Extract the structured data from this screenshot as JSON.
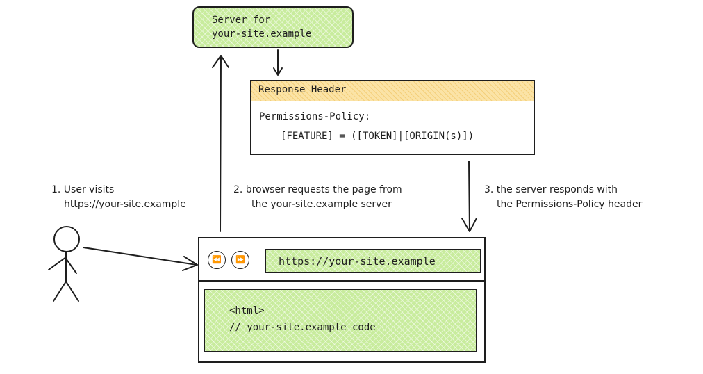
{
  "server": {
    "line1": "Server for",
    "line2": "your-site.example"
  },
  "response": {
    "header_title": "Response Header",
    "line1": "Permissions-Policy:",
    "line2": "[FEATURE] = ([TOKEN]|[ORIGIN(s)])"
  },
  "browser": {
    "url": "https://your-site.example",
    "code_line1": "<html>",
    "code_line2": "// your-site.example code",
    "back_icon": "rewind-icon",
    "forward_icon": "fast-forward-icon"
  },
  "steps": [
    {
      "line1": "1. User visits",
      "line2": "https://your-site.example"
    },
    {
      "line1": "2. browser requests the page from",
      "line2": "the your-site.example server"
    },
    {
      "line1": "3. the server responds with",
      "line2": "the Permissions-Policy header"
    }
  ],
  "colors": {
    "green_fill": "#c8ec9d",
    "orange_fill": "#fbe3a6",
    "stroke": "#1e1e1e"
  }
}
